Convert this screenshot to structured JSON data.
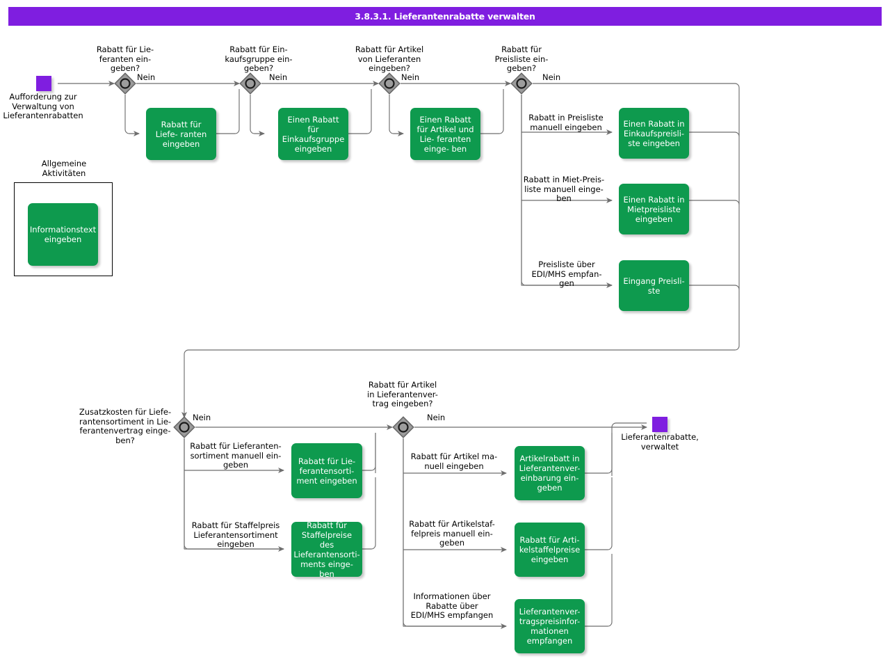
{
  "header": {
    "title": "3.8.3.1. Lieferantenrabatte verwalten",
    "bar_color": "#7F1EE0",
    "text_color": "#FFFFFF"
  },
  "palette": {
    "action_green": "#0E9A4E",
    "terminal_purple": "#7F1EE0",
    "decision_gray": "#8C8C8C",
    "edge_gray": "#6E6E6E",
    "text_black": "#000000"
  },
  "group": {
    "label": "Allgemeine\nAktivitäten",
    "node_label": "Informationstext eingeben"
  },
  "terminals": [
    {
      "id": "start",
      "label": "Aufforderung   zur\nVerwaltung   von\nLieferantenrabatten"
    },
    {
      "id": "end",
      "label": "Lieferantenrabatte,\nverwaltet"
    }
  ],
  "decisions": [
    {
      "id": "d1",
      "question": "Rabatt für Lie-\nferanten ein-\ngeben?",
      "no_label": "Nein"
    },
    {
      "id": "d2",
      "question": "Rabatt für Ein-\nkaufsgruppe ein-\ngeben?",
      "no_label": "Nein"
    },
    {
      "id": "d3",
      "question": "Rabatt für Artikel\nvon Lieferanten\neingeben?",
      "no_label": "Nein"
    },
    {
      "id": "d4",
      "question": "Rabatt für\nPreisliste ein-\ngeben?",
      "no_label": "Nein"
    },
    {
      "id": "d5",
      "question": "Zusatzkosten für Liefe-\nrantensortiment in Lie-\nferantenvertrag einge-\nben?",
      "no_label": "Nein"
    },
    {
      "id": "d6",
      "question": "Rabatt für Artikel\nin Lieferantenver-\ntrag eingeben?",
      "no_label": "Nein"
    }
  ],
  "actions": [
    {
      "id": "a1",
      "label": "Rabatt für Liefe-\nranten eingeben"
    },
    {
      "id": "a2",
      "label": "Einen Rabatt für\nEinkaufsgruppe\neingeben"
    },
    {
      "id": "a3",
      "label": "Einen Rabatt für\nArtikel und Lie-\nferanten einge-\nben"
    },
    {
      "id": "a4",
      "label": "Einen Rabatt in\nEinkaufspreisli-\nste eingeben"
    },
    {
      "id": "a5",
      "label": "Einen Rabatt in\nMietpreisliste\neingeben"
    },
    {
      "id": "a6",
      "label": "Eingang Preisli-\nste"
    },
    {
      "id": "a7",
      "label": "Rabatt für   Lie-\nferantensorti-\nment   eingeben"
    },
    {
      "id": "a8",
      "label": "Rabatt für\nStaffelpreise des\nLieferantensorti-\nments   einge-\nben"
    },
    {
      "id": "a9",
      "label": "Artikelrabatt in\nLieferantenver-\neinbarung   ein-\ngeben"
    },
    {
      "id": "a10",
      "label": "Rabatt für Arti-\nkelstaffelpreise\neingeben"
    },
    {
      "id": "a11",
      "label": "Lieferantenver-\ntragspreisinfor-\nmationen\nempfangen"
    },
    {
      "id": "a12",
      "label": "Informationstext\neingeben"
    }
  ],
  "edge_labels": [
    {
      "id": "e1",
      "text": "Rabatt in Preisliste\nmanuell eingeben"
    },
    {
      "id": "e2",
      "text": "Rabatt in Miet-Preis-\nliste manuell einge-\nben"
    },
    {
      "id": "e3",
      "text": "Preisliste über\nEDI/MHS empfan-\ngen"
    },
    {
      "id": "e4",
      "text": "Rabatt für Lieferanten-\nsortiment manuell ein-\ngeben"
    },
    {
      "id": "e5",
      "text": "Rabatt für Staffelpreis\nLieferantensortiment\neingeben"
    },
    {
      "id": "e6",
      "text": "Rabatt für Artikel ma-\nnuell eingeben"
    },
    {
      "id": "e7",
      "text": "Rabatt für Artikelstaf-\nfelpreis manuell ein-\ngeben"
    },
    {
      "id": "e8",
      "text": "Informationen über\nRabatte über\nEDI/MHS empfangen"
    }
  ]
}
